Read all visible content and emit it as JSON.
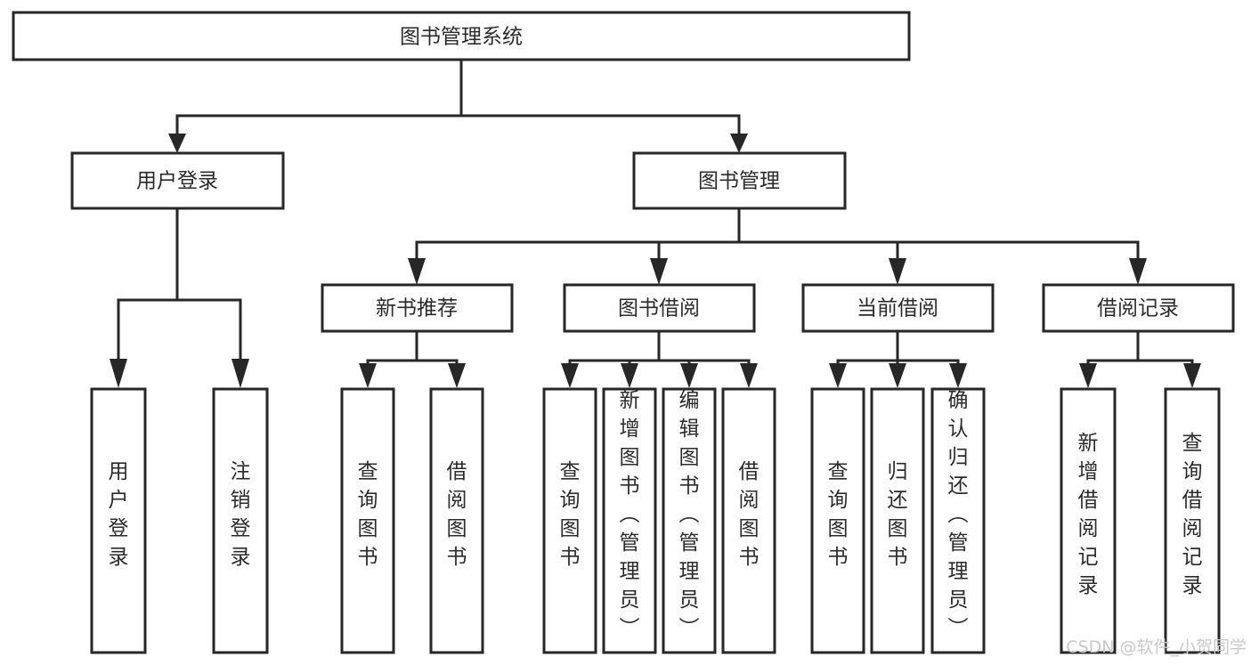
{
  "diagram": {
    "title_node": {
      "id": "root",
      "label": "图书管理系统",
      "orientation": "horizontal"
    },
    "level2": [
      {
        "id": "user-login",
        "label": "用户登录",
        "orientation": "horizontal"
      },
      {
        "id": "book-manage",
        "label": "图书管理",
        "orientation": "horizontal"
      }
    ],
    "level3": [
      {
        "id": "new-book-recommend",
        "label": "新书推荐",
        "orientation": "horizontal"
      },
      {
        "id": "book-borrow",
        "label": "图书借阅",
        "orientation": "horizontal"
      },
      {
        "id": "current-borrow",
        "label": "当前借阅",
        "orientation": "horizontal"
      },
      {
        "id": "borrow-record",
        "label": "借阅记录",
        "orientation": "horizontal"
      }
    ],
    "leaves": {
      "user_login": [
        {
          "id": "leaf-user-login",
          "label": "用户登录",
          "orientation": "vertical"
        },
        {
          "id": "leaf-logout",
          "label": "注销登录",
          "orientation": "vertical"
        }
      ],
      "new_book_recommend": [
        {
          "id": "leaf-query-book-1",
          "label": "查询图书",
          "orientation": "vertical"
        },
        {
          "id": "leaf-borrow-book-1",
          "label": "借阅图书",
          "orientation": "vertical"
        }
      ],
      "book_borrow": [
        {
          "id": "leaf-query-book-2",
          "label": "查询图书",
          "orientation": "vertical"
        },
        {
          "id": "leaf-add-book",
          "label": "新增图书（管理员）",
          "orientation": "vertical"
        },
        {
          "id": "leaf-edit-book",
          "label": "编辑图书（管理员）",
          "orientation": "vertical"
        },
        {
          "id": "leaf-borrow-book-2",
          "label": "借阅图书",
          "orientation": "vertical"
        }
      ],
      "current_borrow": [
        {
          "id": "leaf-query-book-3",
          "label": "查询图书",
          "orientation": "vertical"
        },
        {
          "id": "leaf-return-book",
          "label": "归还图书",
          "orientation": "vertical"
        },
        {
          "id": "leaf-confirm-return",
          "label": "确认归还（管理员）",
          "orientation": "vertical"
        }
      ],
      "borrow_record": [
        {
          "id": "leaf-add-record",
          "label": "新增借阅记录",
          "orientation": "vertical"
        },
        {
          "id": "leaf-query-record",
          "label": "查询借阅记录",
          "orientation": "vertical"
        }
      ]
    },
    "colors": {
      "stroke": "#272727",
      "fill": "#ffffff",
      "text": "#2b2b2b",
      "watermark": "#c9c9c9",
      "background": "#ffffff"
    }
  },
  "watermark": {
    "label": "CSDN @软件_小贺同学"
  }
}
